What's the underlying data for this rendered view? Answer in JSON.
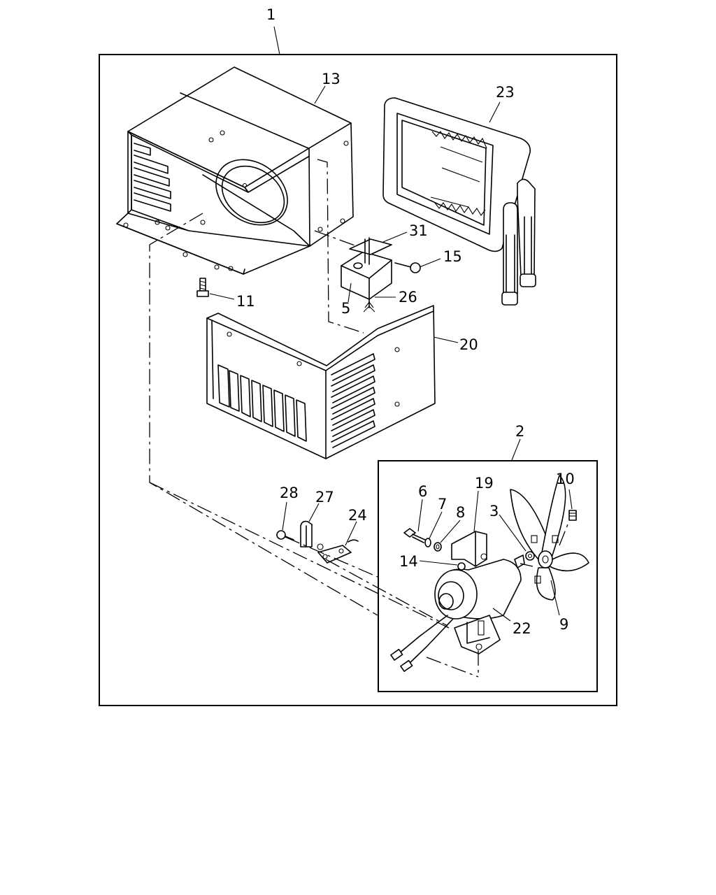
{
  "callouts": [
    {
      "id": "c1",
      "label": "1"
    },
    {
      "id": "c2",
      "label": "2"
    },
    {
      "id": "c3",
      "label": "3"
    },
    {
      "id": "c5",
      "label": "5"
    },
    {
      "id": "c6",
      "label": "6"
    },
    {
      "id": "c7",
      "label": "7"
    },
    {
      "id": "c8",
      "label": "8"
    },
    {
      "id": "c9",
      "label": "9"
    },
    {
      "id": "c10",
      "label": "10"
    },
    {
      "id": "c11",
      "label": "11"
    },
    {
      "id": "c13",
      "label": "13"
    },
    {
      "id": "c14",
      "label": "14"
    },
    {
      "id": "c15",
      "label": "15"
    },
    {
      "id": "c19",
      "label": "19"
    },
    {
      "id": "c20",
      "label": "20"
    },
    {
      "id": "c22",
      "label": "22"
    },
    {
      "id": "c23",
      "label": "23"
    },
    {
      "id": "c24",
      "label": "24"
    },
    {
      "id": "c26",
      "label": "26"
    },
    {
      "id": "c27",
      "label": "27"
    },
    {
      "id": "c28",
      "label": "28"
    },
    {
      "id": "c31",
      "label": "31"
    }
  ]
}
